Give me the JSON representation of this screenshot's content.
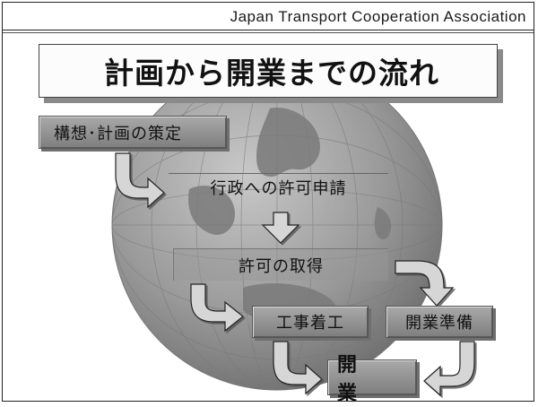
{
  "header": {
    "organization": "Japan Transport Cooperation Association"
  },
  "title": "計画から開業までの流れ",
  "steps": {
    "planning": "構想･計画の策定",
    "application": "行政への許可申請",
    "permit": "許可の取得",
    "construction": "工事着工",
    "preparation": "開業準備",
    "opening": "開　業"
  },
  "icons": {
    "globe": "globe-icon",
    "arrow": "arrow-icon"
  },
  "colors": {
    "box_fill": "#8f8f8f",
    "globe_fill": "#9a9a9a",
    "arrow_fill": "#d4d4d4",
    "border": "#222222"
  }
}
